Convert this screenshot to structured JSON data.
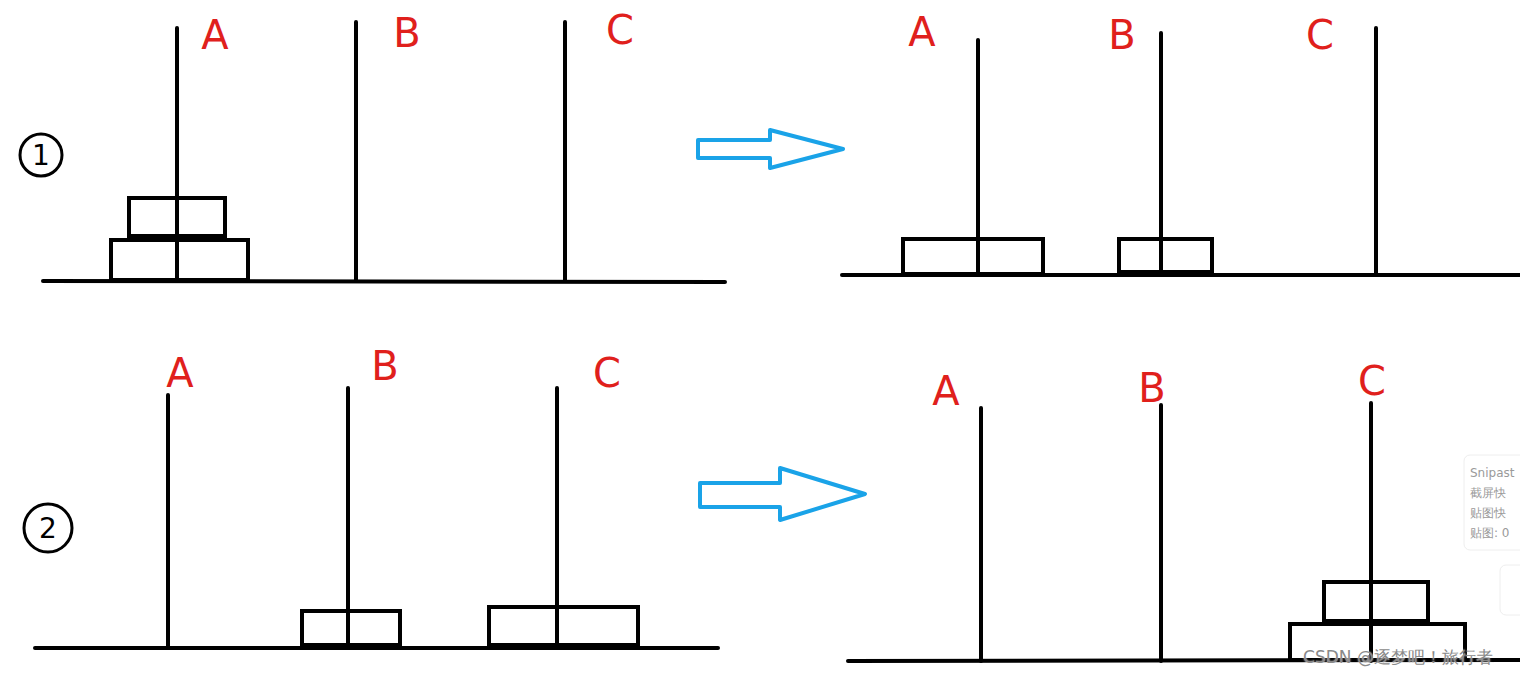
{
  "diagram": {
    "labels": [
      "1",
      "A",
      "B",
      "C",
      "A",
      "B",
      "C",
      "2",
      "A",
      "B",
      "C",
      "A",
      "B",
      "C",
      "Snipast",
      "截屏快",
      "贴图快",
      "贴图: 0",
      "CSDN @逐梦吧！旅行者"
    ]
  }
}
